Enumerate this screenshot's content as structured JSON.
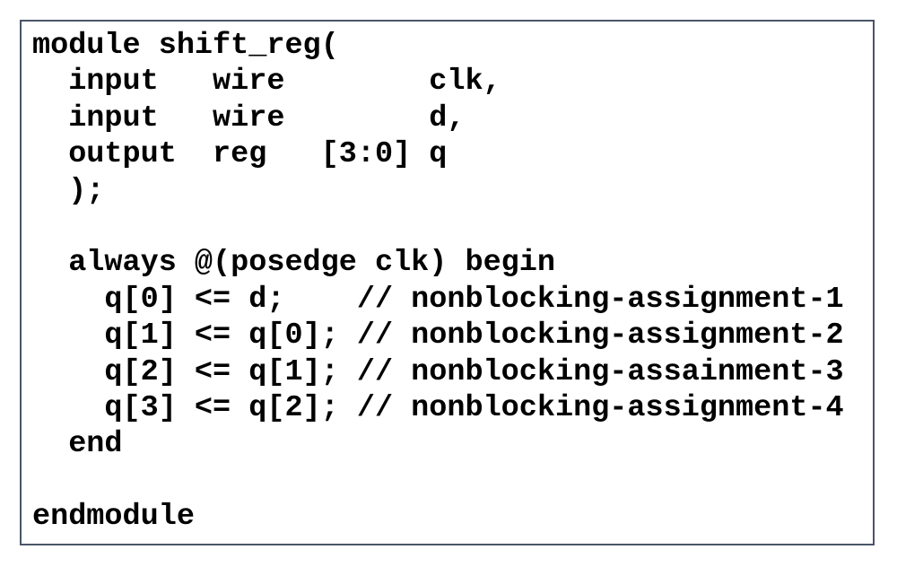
{
  "code": {
    "lines": [
      "module shift_reg(",
      "  input   wire        clk,",
      "  input   wire        d,",
      "  output  reg   [3:0] q",
      "  );",
      "",
      "  always @(posedge clk) begin",
      "    q[0] <= d;    // nonblocking-assignment-1",
      "    q[1] <= q[0]; // nonblocking-assignment-2",
      "    q[2] <= q[1]; // nonblocking-assainment-3",
      "    q[3] <= q[2]; // nonblocking-assignment-4",
      "  end",
      "",
      "endmodule"
    ]
  }
}
